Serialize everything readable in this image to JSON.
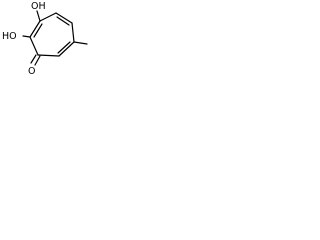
{
  "molecule": {
    "labels": {
      "hydroxyl_top": "OH",
      "hydroxyl_left": "HO",
      "carbonyl_oxygen": "O"
    },
    "bond_color": "#000000",
    "background_color": "#ffffff"
  }
}
